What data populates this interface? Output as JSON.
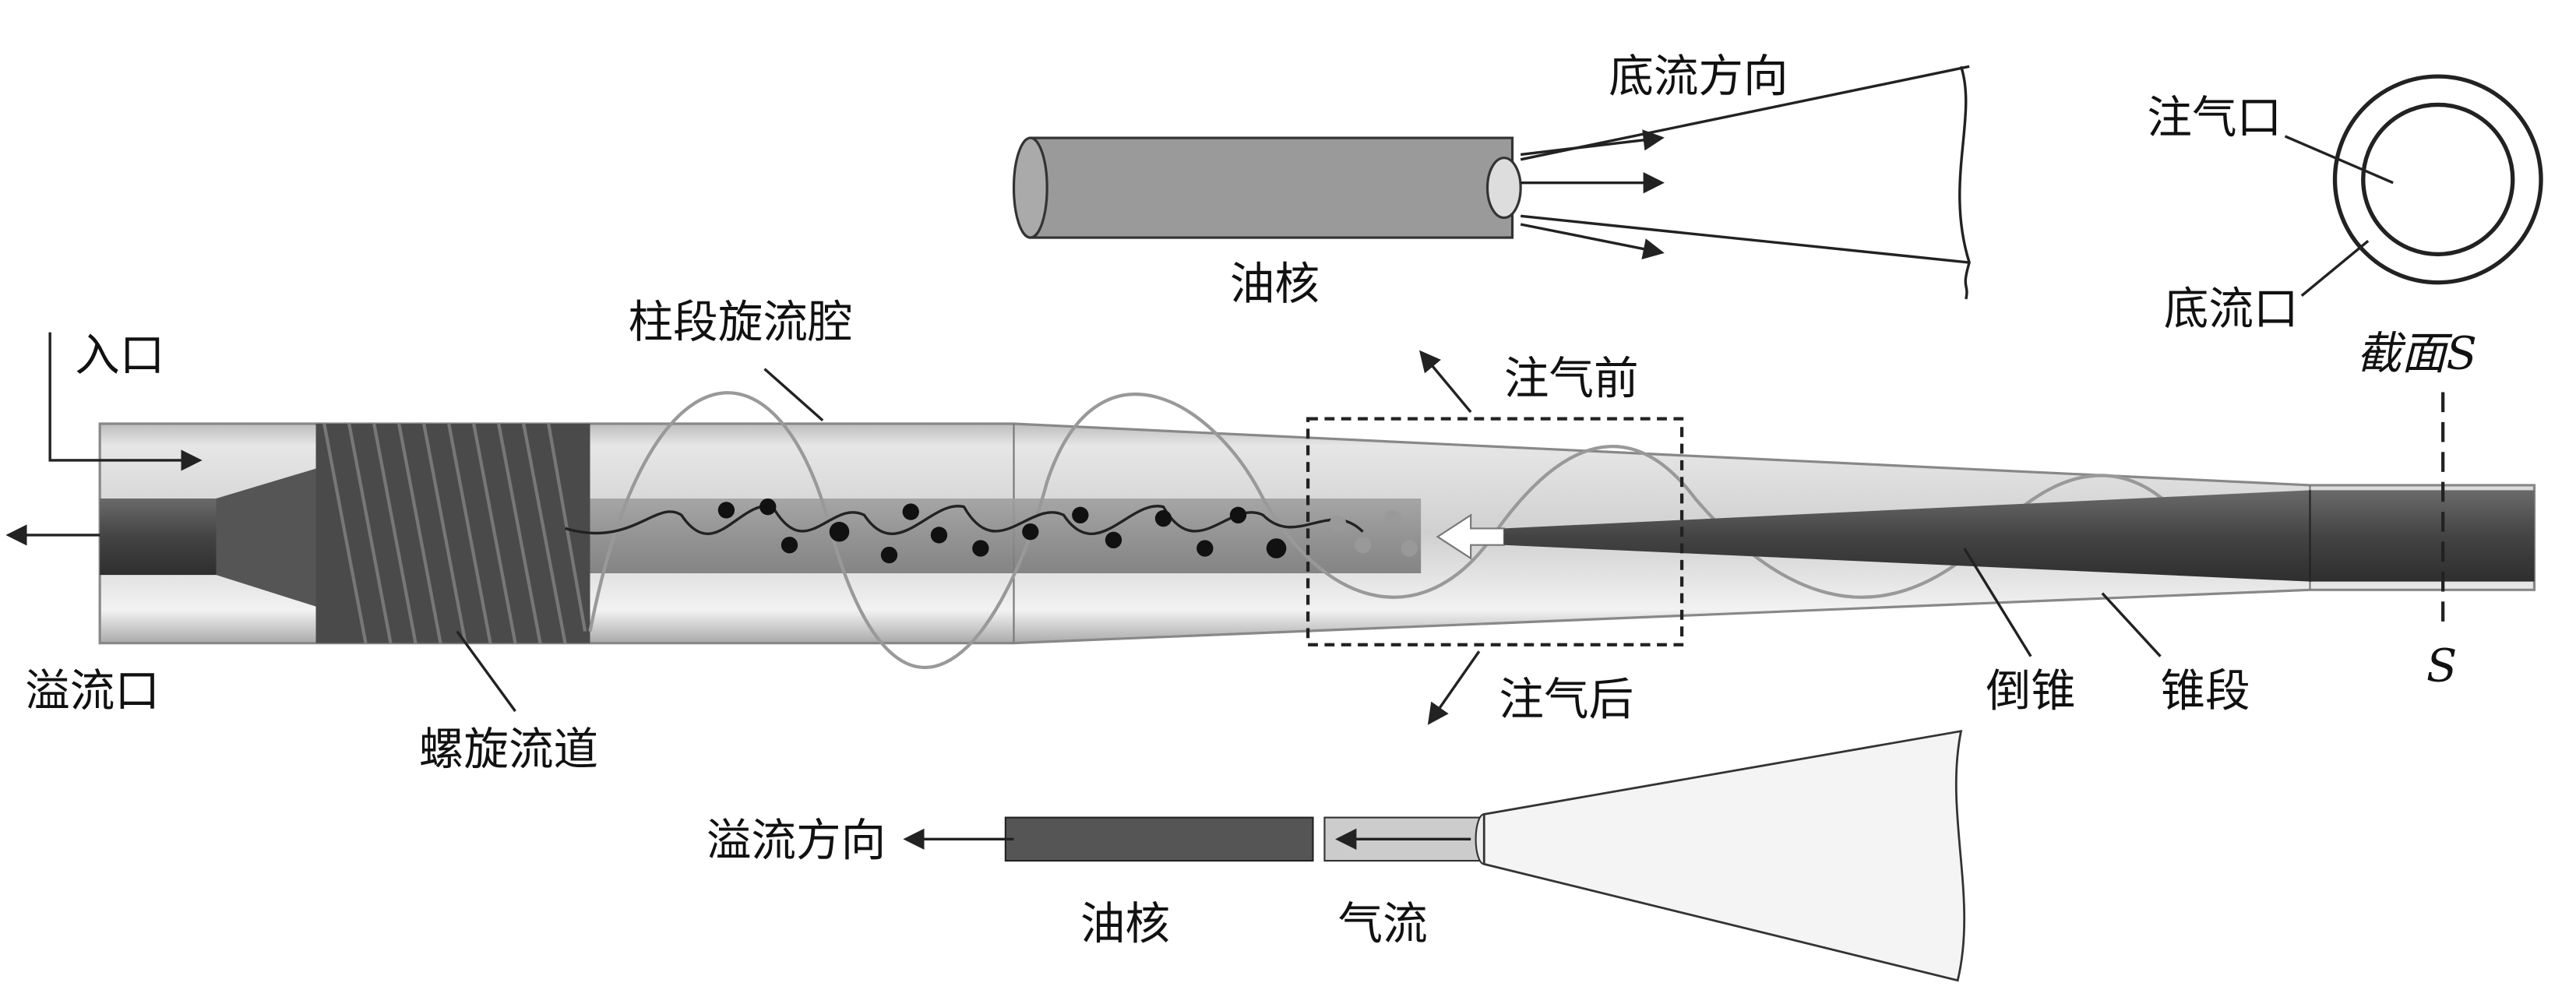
{
  "labels": {
    "underflow_direction": "底流方向",
    "oil_core_top": "油核",
    "gas_injection_port": "注气口",
    "underflow_port": "底流口",
    "section_s": "截面S",
    "inlet": "入口",
    "column_swirl_chamber": "柱段旋流腔",
    "before_injection": "注气前",
    "overflow_port": "溢流口",
    "spiral_channel": "螺旋流道",
    "after_injection": "注气后",
    "inverted_cone": "倒锥",
    "cone_section": "锥段",
    "s_marker": "S",
    "overflow_direction": "溢流方向",
    "oil_core_bottom": "油核",
    "gas_flow": "气流"
  },
  "colors": {
    "dark_part": "#4a4a4a",
    "tube_body": "#d8d8d8",
    "core_gray": "#8c8c8c"
  }
}
